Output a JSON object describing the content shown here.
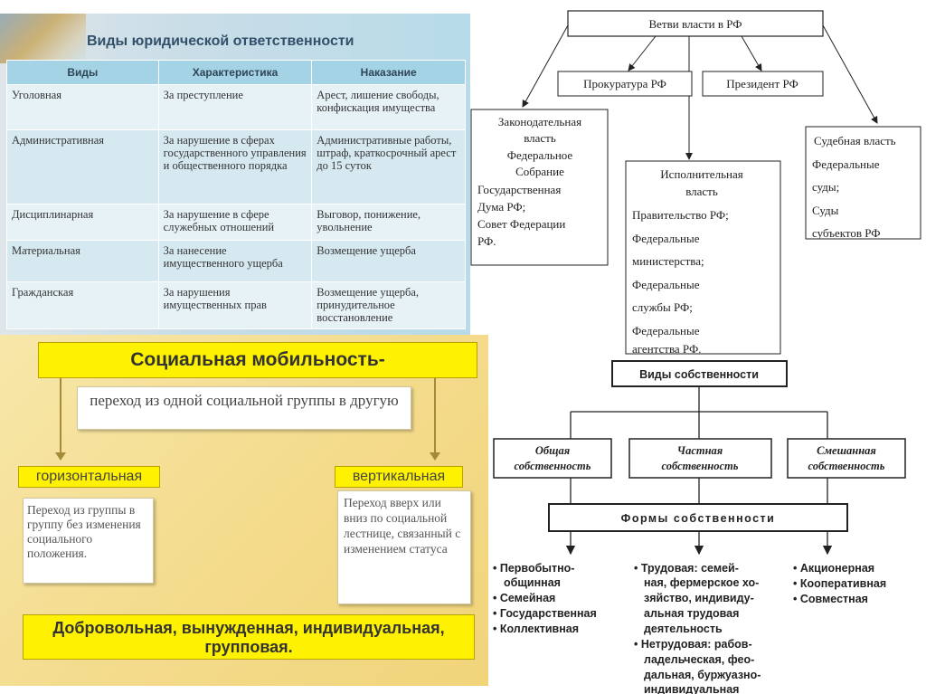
{
  "legal": {
    "title": "Виды юридической ответственности",
    "headers": [
      "Виды",
      "Характеристика",
      "Наказание"
    ],
    "rows": [
      [
        "Уголовная",
        "За преступление",
        "Арест, лишение свободы, конфискация имущества"
      ],
      [
        "Административная",
        "За нарушение в сферах государственного управления и общественного порядка",
        "Административные работы, штраф, краткосрочный арест до 15 суток"
      ],
      [
        "Дисциплинарная",
        "За нарушение в сфере служебных отношений",
        "Выговор, понижение, увольнение"
      ],
      [
        "Материальная",
        "За нанесение имущественного ущерба",
        "Возмещение ущерба"
      ],
      [
        "Гражданская",
        "За нарушения имущественных прав",
        "Возмещение ущерба, принудительное восстановление"
      ]
    ]
  },
  "mobility": {
    "title": "Социальная мобильность-",
    "definition": "переход из одной социальной группы в другую",
    "horizontal_label": "горизонтальная",
    "horizontal_desc": "Переход из группы в группу без изменения социального положения.",
    "vertical_label": "вертикальная",
    "vertical_desc": "Переход вверх или вниз по социальной лестнице, связанный с изменением статуса",
    "types": "Добровольная, вынужденная, индивидуальная, групповая."
  },
  "power": {
    "root": "Ветви власти в РФ",
    "prosecutor": "Прокуратура РФ",
    "president": "Президент РФ",
    "legislative": [
      "Законодательная",
      "власть",
      "Федеральное",
      "Собрание",
      "Государственная",
      "Дума РФ;",
      "Совет Федерации",
      "РФ."
    ],
    "executive": [
      "Исполнительная",
      "власть",
      "Правительство РФ;",
      "Федеральные",
      "министерства;",
      "Федеральные",
      "службы РФ;",
      "Федеральные",
      "агентства РФ."
    ],
    "judicial": [
      "Судебная власть",
      "Федеральные",
      "суды;",
      "Суды",
      "субъектов РФ"
    ]
  },
  "property": {
    "title": "Виды собственности",
    "kinds": [
      [
        "Общая",
        "собственность"
      ],
      [
        "Частная",
        "собственность"
      ],
      [
        "Смешанная",
        "собственность"
      ]
    ],
    "forms_title": "Формы собственности",
    "common_forms": [
      "• Первобытно-",
      "общинная",
      "• Семейная",
      "• Государственная",
      "• Коллективная"
    ],
    "private_forms": [
      "• Трудовая: семей-",
      "ная, фермерское хо-",
      "зяйство, индивиду-",
      "альная трудовая",
      "деятельность",
      "• Нетрудовая: рабов-",
      "ладельческая, фео-",
      "дальная, буржуазно-",
      "индивидуальная"
    ],
    "mixed_forms": [
      "• Акционерная",
      "• Кооперативная",
      "• Совместная"
    ]
  }
}
